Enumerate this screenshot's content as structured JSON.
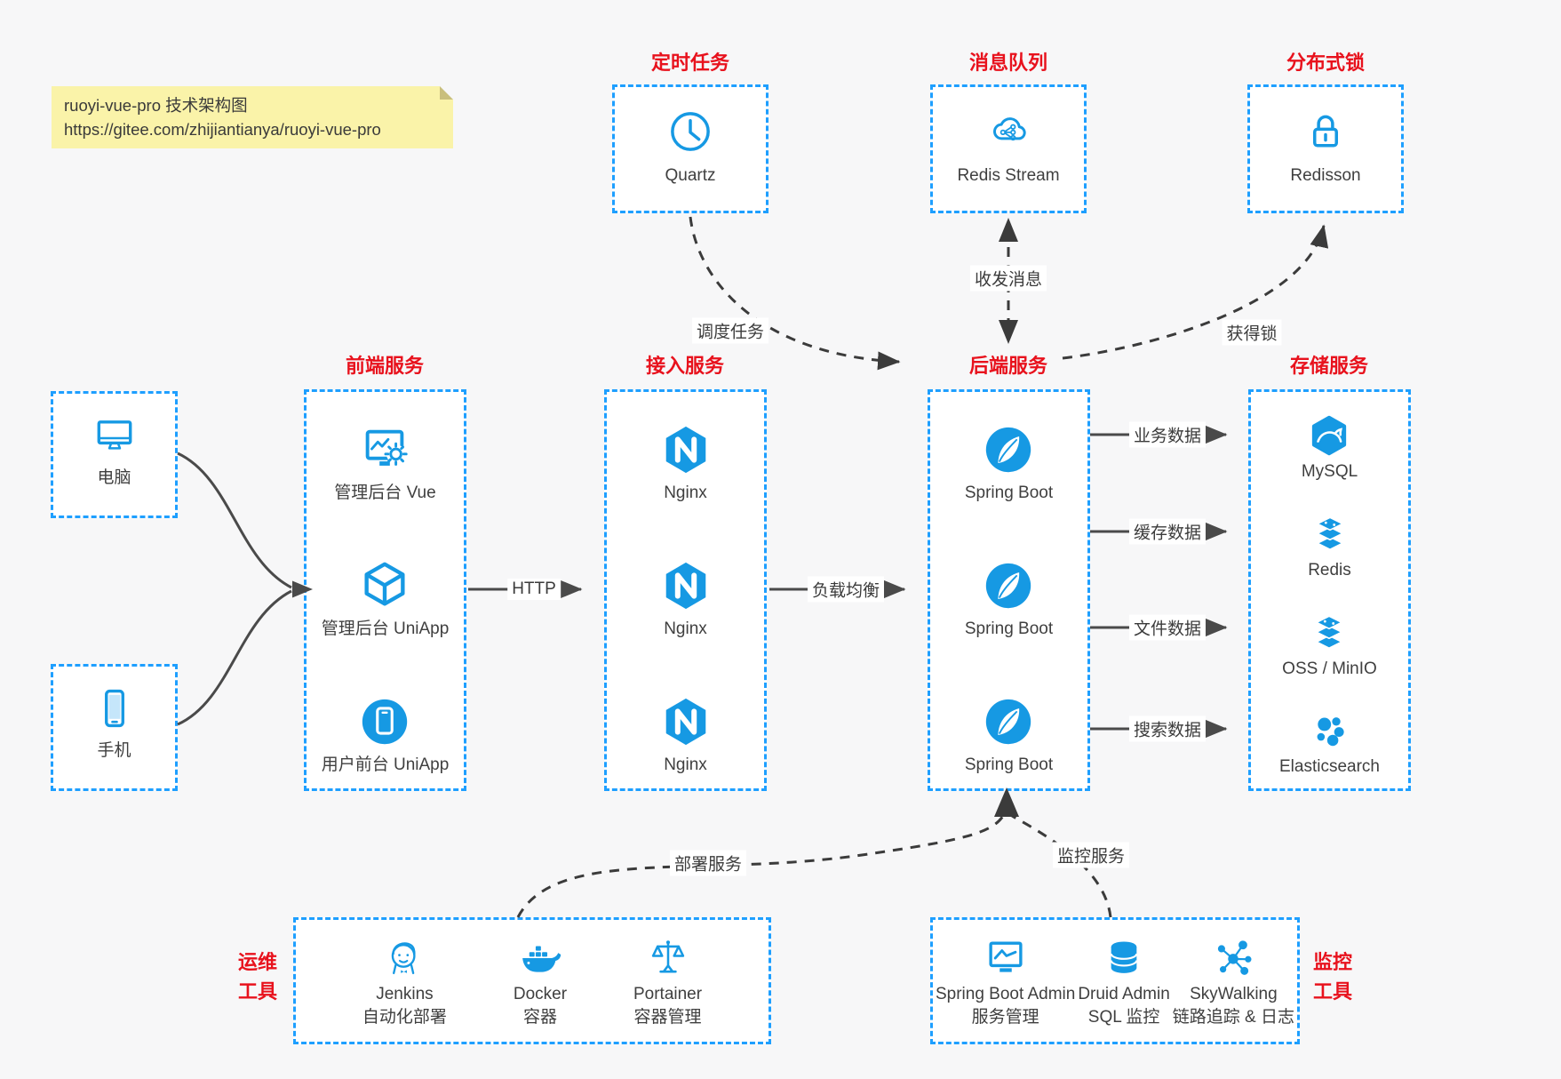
{
  "note": {
    "line1": "ruoyi-vue-pro 技术架构图",
    "line2": "https://gitee.com/zhijiantianya/ruoyi-vue-pro"
  },
  "top_services": {
    "scheduler": {
      "title": "定时任务",
      "label": "Quartz"
    },
    "mq": {
      "title": "消息队列",
      "label": "Redis Stream"
    },
    "lock": {
      "title": "分布式锁",
      "label": "Redisson"
    }
  },
  "clients": {
    "pc": {
      "label": "电脑"
    },
    "mobile": {
      "label": "手机"
    }
  },
  "columns": {
    "frontend": {
      "title": "前端服务",
      "items": [
        "管理后台 Vue",
        "管理后台 UniApp",
        "用户前台 UniApp"
      ]
    },
    "access": {
      "title": "接入服务",
      "items": [
        "Nginx",
        "Nginx",
        "Nginx"
      ]
    },
    "backend": {
      "title": "后端服务",
      "items": [
        "Spring Boot",
        "Spring Boot",
        "Spring Boot"
      ]
    },
    "storage": {
      "title": "存储服务",
      "items": [
        "MySQL",
        "Redis",
        "OSS / MinIO",
        "Elasticsearch"
      ]
    }
  },
  "edges": {
    "http": "HTTP",
    "load_balance": "负载均衡",
    "business_data": "业务数据",
    "cache_data": "缓存数据",
    "file_data": "文件数据",
    "search_data": "搜索数据",
    "schedule_task": "调度任务",
    "send_receive_message": "收发消息",
    "acquire_lock": "获得锁",
    "deploy_service": "部署服务",
    "monitor_service": "监控服务"
  },
  "ops_tools": {
    "title_line1": "运维",
    "title_line2": "工具",
    "items": [
      {
        "name": "Jenkins",
        "desc": "自动化部署"
      },
      {
        "name": "Docker",
        "desc": "容器"
      },
      {
        "name": "Portainer",
        "desc": "容器管理"
      }
    ]
  },
  "monitor_tools": {
    "title_line1": "监控",
    "title_line2": "工具",
    "items": [
      {
        "name": "Spring Boot Admin",
        "desc": "服务管理"
      },
      {
        "name": "Druid Admin",
        "desc": "SQL 监控"
      },
      {
        "name": "SkyWalking",
        "desc": "链路追踪 & 日志"
      }
    ]
  },
  "colors": {
    "box_border_blue": "#1E9FFF",
    "icon_blue": "#1699E3",
    "title_red": "#E8121D",
    "note_bg": "#FAF3A9",
    "solid_arrow": "#4A4A4A",
    "dashed_arrow": "#3B3B3B"
  }
}
